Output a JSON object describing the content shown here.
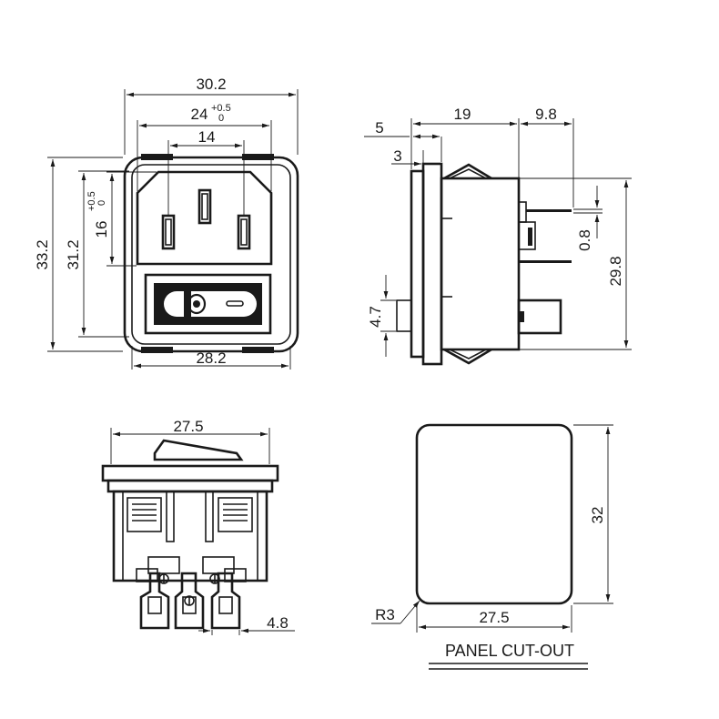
{
  "front_view": {
    "width_overall": "30.2",
    "width_socket_main": "24",
    "width_socket_tol_upper": "+0.5",
    "width_socket_tol_lower": "0",
    "pin_spacing": "14",
    "height_overall": "33.2",
    "height_body": "31.2",
    "height_socket_main": "16",
    "height_socket_tol_upper": "+0.5",
    "height_socket_tol_lower": "0",
    "width_bottom": "28.2"
  },
  "side_view": {
    "depth_flange": "5",
    "depth_body": "19",
    "depth_terminals": "9.8",
    "flange_thickness": "3",
    "terminal_thickness": "0.8",
    "switch_height": "4.7",
    "height_body": "29.8"
  },
  "bottom_view": {
    "width": "27.5",
    "terminal_width": "4.8"
  },
  "cutout": {
    "width": "27.5",
    "height": "32",
    "radius": "R3",
    "title": "PANEL CUT-OUT"
  }
}
